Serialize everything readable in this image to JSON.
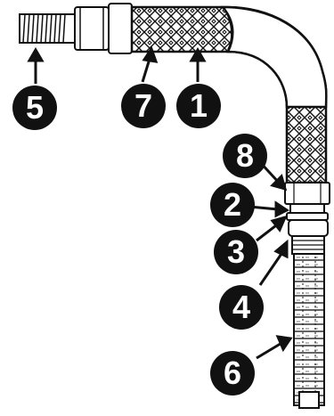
{
  "callouts": [
    {
      "id": "c5",
      "label": "5"
    },
    {
      "id": "c7",
      "label": "7"
    },
    {
      "id": "c1",
      "label": "1"
    },
    {
      "id": "c8",
      "label": "8"
    },
    {
      "id": "c2",
      "label": "2"
    },
    {
      "id": "c3",
      "label": "3"
    },
    {
      "id": "c4",
      "label": "4"
    },
    {
      "id": "c6",
      "label": "6"
    }
  ],
  "colors": {
    "ink": "#111111",
    "paper": "#ffffff"
  }
}
